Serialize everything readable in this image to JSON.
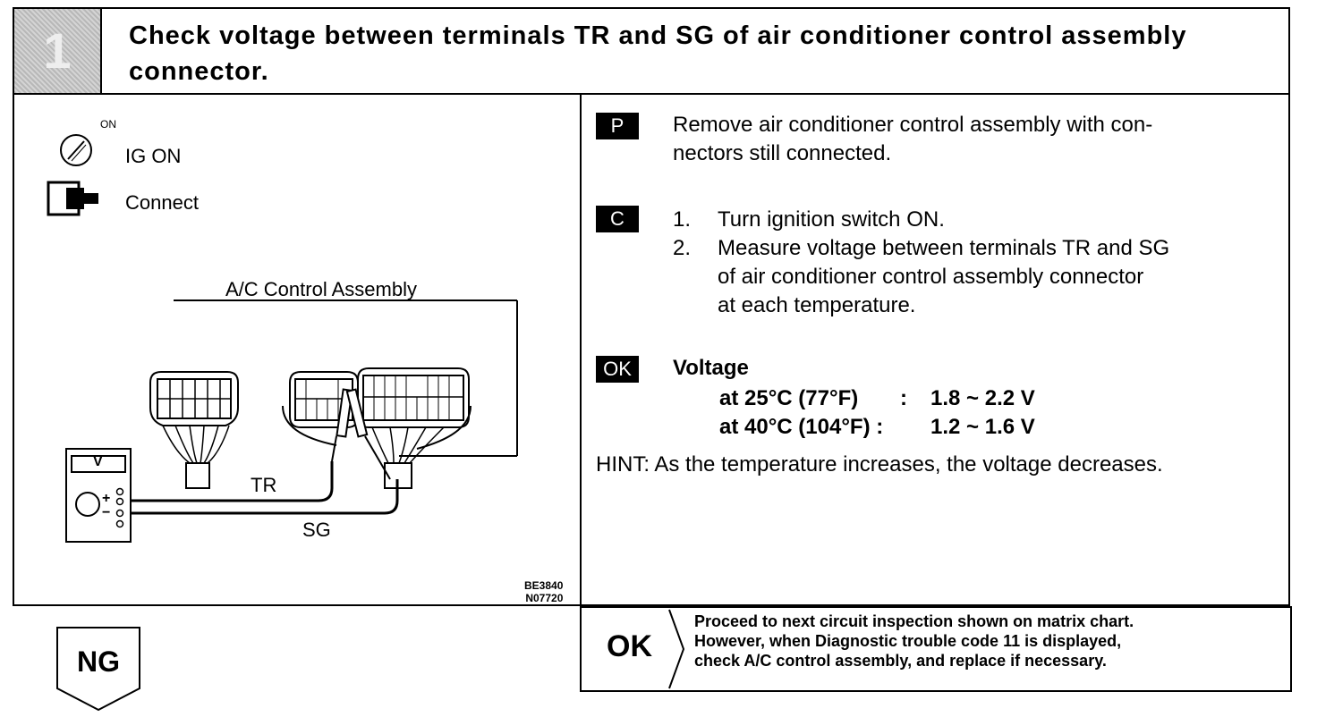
{
  "step": {
    "number": "1",
    "title": "Check voltage between terminals TR and SG of air conditioner control assembly connector."
  },
  "diagram": {
    "ig_label": "IG ON",
    "ig_sup": "ON",
    "connect_label": "Connect",
    "assembly_label": "A/C Control Assembly",
    "tr_label": "TR",
    "sg_label": "SG",
    "meter_label": "V",
    "code1": "BE3840",
    "code2": "N07720"
  },
  "instructions": {
    "p_tag": "P",
    "p_text_1": "Remove air conditioner control assembly with con-",
    "p_text_2": "nectors still connected.",
    "c_tag": "C",
    "c_num1": "1.",
    "c_step1": "Turn ignition switch ON.",
    "c_num2": "2.",
    "c_step2_1": "Measure voltage between terminals TR and SG",
    "c_step2_2": "of air conditioner control assembly connector",
    "c_step2_3": "at each temperature.",
    "ok_tag": "OK",
    "voltage_title": "Voltage",
    "row1_temp": "at 25°C (77°F)",
    "row1_sep": ":",
    "row1_val": "1.8 ~ 2.2 V",
    "row2_temp": "at 40°C (104°F) :",
    "row2_val": "1.2 ~ 1.6 V",
    "hint": "HINT: As the temperature increases, the voltage decreases."
  },
  "ok_result": {
    "label": "OK",
    "line1": "Proceed to next circuit inspection shown on matrix chart.",
    "line2": "However, when Diagnostic trouble code 11 is displayed,",
    "line3": "check A/C control assembly, and replace if necessary."
  },
  "ng_result": {
    "label": "NG"
  }
}
